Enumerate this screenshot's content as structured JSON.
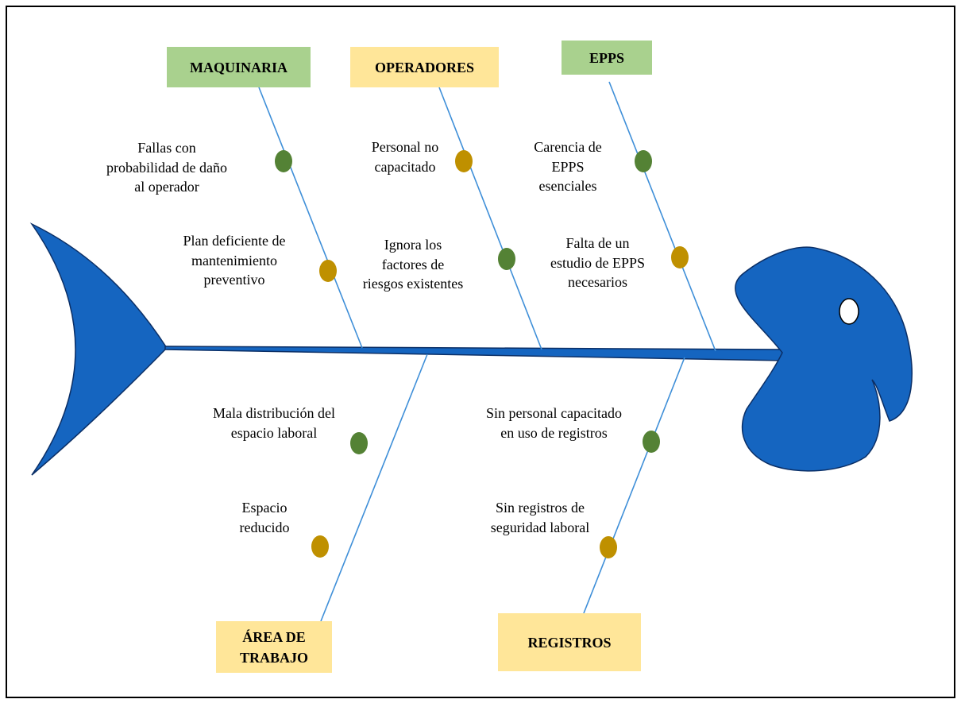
{
  "colors": {
    "fish": "#1565c0",
    "fish_outline": "#0b2f66",
    "bone_line": "#3f8fd8",
    "green_box": "#a9d18e",
    "yellow_box": "#ffe699",
    "green_dot": "#548235",
    "yellow_dot": "#bf9000"
  },
  "categories": {
    "maquinaria": "MAQUINARIA",
    "operadores": "OPERADORES",
    "epps": "EPPS",
    "area_trabajo": "ÁREA DE\nTRABAJO",
    "registros": "REGISTROS"
  },
  "causes": {
    "maquinaria_1": "Fallas con\nprobabilidad de daño\nal operador",
    "maquinaria_2": "Plan deficiente de\nmantenimiento\npreventivo",
    "operadores_1": "Personal no\ncapacitado",
    "operadores_2": "Ignora los\nfactores de\nriesgos existentes",
    "epps_1": "Carencia de\nEPPS\nesenciales",
    "epps_2": "Falta de un\nestudio de EPPS\nnecesarios",
    "area_1": "Mala distribución del\nespacio laboral",
    "area_2": "Espacio\nreducido",
    "registros_1": "Sin personal capacitado\nen uso de registros",
    "registros_2": "Sin registros de\nseguridad laboral"
  }
}
